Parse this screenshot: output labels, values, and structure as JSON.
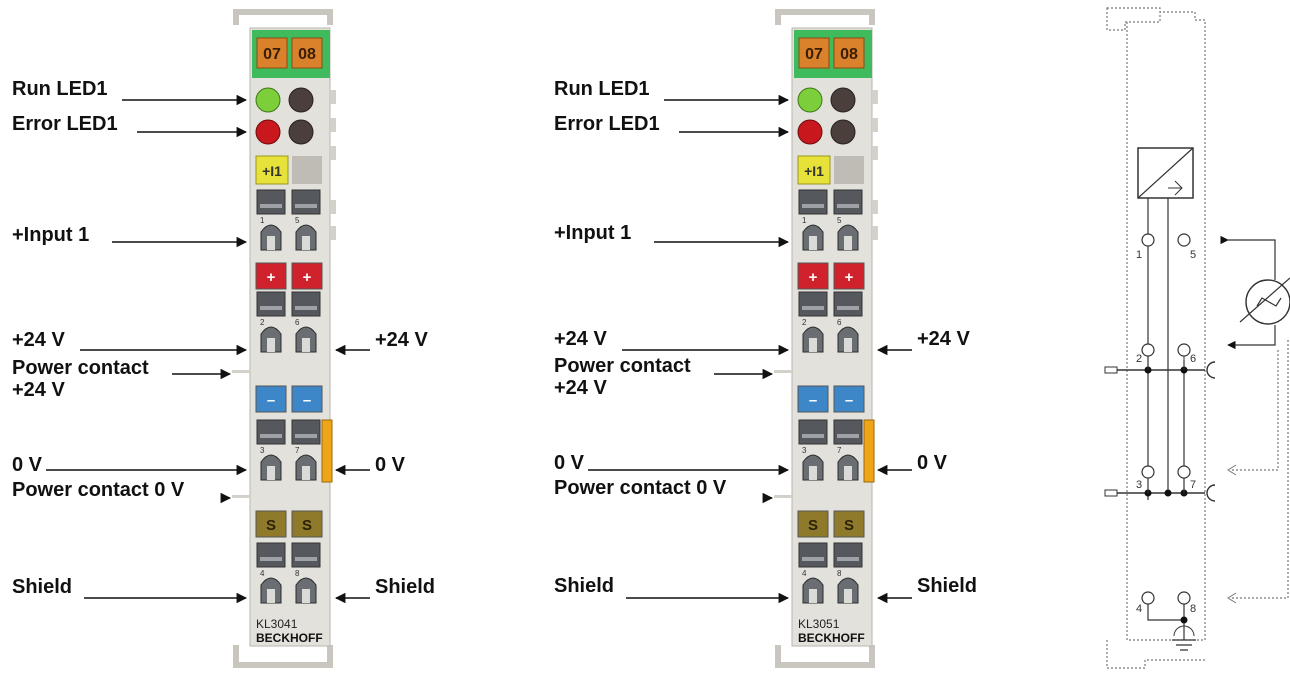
{
  "modules": [
    {
      "model": "KL3041",
      "brand": "BECKHOFF",
      "channel_numbers": [
        "07",
        "08"
      ],
      "led_label": "+I1",
      "pin_marks": {
        "plus": "+",
        "minus": "–",
        "shield": "S"
      },
      "pin_numbers": [
        "1",
        "5",
        "2",
        "6",
        "3",
        "7",
        "4",
        "8"
      ],
      "labels": {
        "run_led": "Run LED1",
        "error_led": "Error LED1",
        "input1": "+Input 1",
        "plus24_left": "+24 V",
        "power_contact_24": "Power contact",
        "power_contact_24_sub": "+24 V",
        "plus24_right": "+24 V",
        "zero_left": "0 V",
        "power_contact_0": "Power contact 0 V",
        "zero_right": "0 V",
        "shield_left": "Shield",
        "shield_right": "Shield"
      }
    },
    {
      "model": "KL3051",
      "brand": "BECKHOFF",
      "channel_numbers": [
        "07",
        "08"
      ],
      "led_label": "+I1",
      "pin_marks": {
        "plus": "+",
        "minus": "–",
        "shield": "S"
      },
      "pin_numbers": [
        "1",
        "5",
        "2",
        "6",
        "3",
        "7",
        "4",
        "8"
      ],
      "labels": {
        "run_led": "Run LED1",
        "error_led": "Error LED1",
        "input1": "+Input 1",
        "plus24_left": "+24 V",
        "power_contact_24": "Power contact",
        "power_contact_24_sub": "+24 V",
        "plus24_right": "+24 V",
        "zero_left": "0 V",
        "power_contact_0": "Power contact 0 V",
        "zero_right": "0 V",
        "shield_left": "Shield",
        "shield_right": "Shield"
      }
    }
  ],
  "schematic": {
    "terminal_numbers": [
      "1",
      "5",
      "2",
      "6",
      "3",
      "7",
      "4",
      "8"
    ]
  },
  "colors": {
    "housing": "#e3e1dc",
    "housing_edge": "#b9b6ae",
    "green_header": "#3fba5d",
    "orange_tag": "#d9822b",
    "led_green": "#7ccf3a",
    "led_red": "#c8181e",
    "led_dark": "#4a3f3a",
    "yellow_label": "#e6e23a",
    "red_marker": "#d0222c",
    "blue_marker": "#3d87c9",
    "shield_marker": "#8f7a2c",
    "power_orange": "#f0a418",
    "clamp": "#55595e"
  }
}
